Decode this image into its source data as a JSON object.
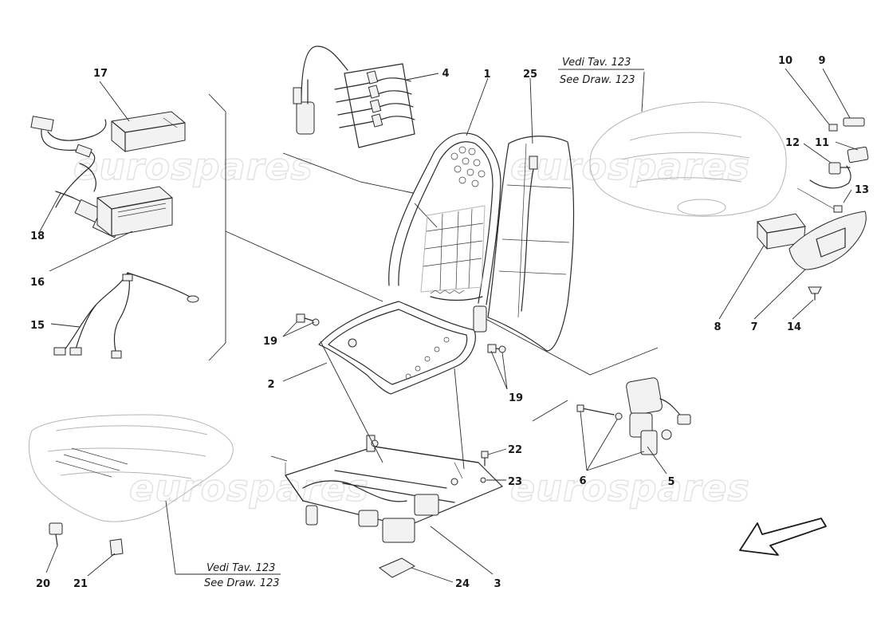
{
  "watermark": "eurospares",
  "references": {
    "top": {
      "line1": "Vedi Tav. 123",
      "line2": "See Draw. 123"
    },
    "bottom": {
      "line1": "Vedi Tav. 123",
      "line2": "See Draw. 123"
    }
  },
  "callouts": {
    "p1": "1",
    "p2": "2",
    "p3": "3",
    "p4": "4",
    "p5": "5",
    "p6": "6",
    "p7": "7",
    "p8": "8",
    "p9": "9",
    "p10": "10",
    "p11": "11",
    "p12": "12",
    "p13": "13",
    "p14": "14",
    "p15": "15",
    "p16": "16",
    "p17": "17",
    "p18": "18",
    "p19a": "19",
    "p19b": "19",
    "p20": "20",
    "p21": "21",
    "p22": "22",
    "p23": "23",
    "p24": "24",
    "p25": "25"
  },
  "icons": {
    "direction_arrow": "arrow-down-left-icon"
  }
}
